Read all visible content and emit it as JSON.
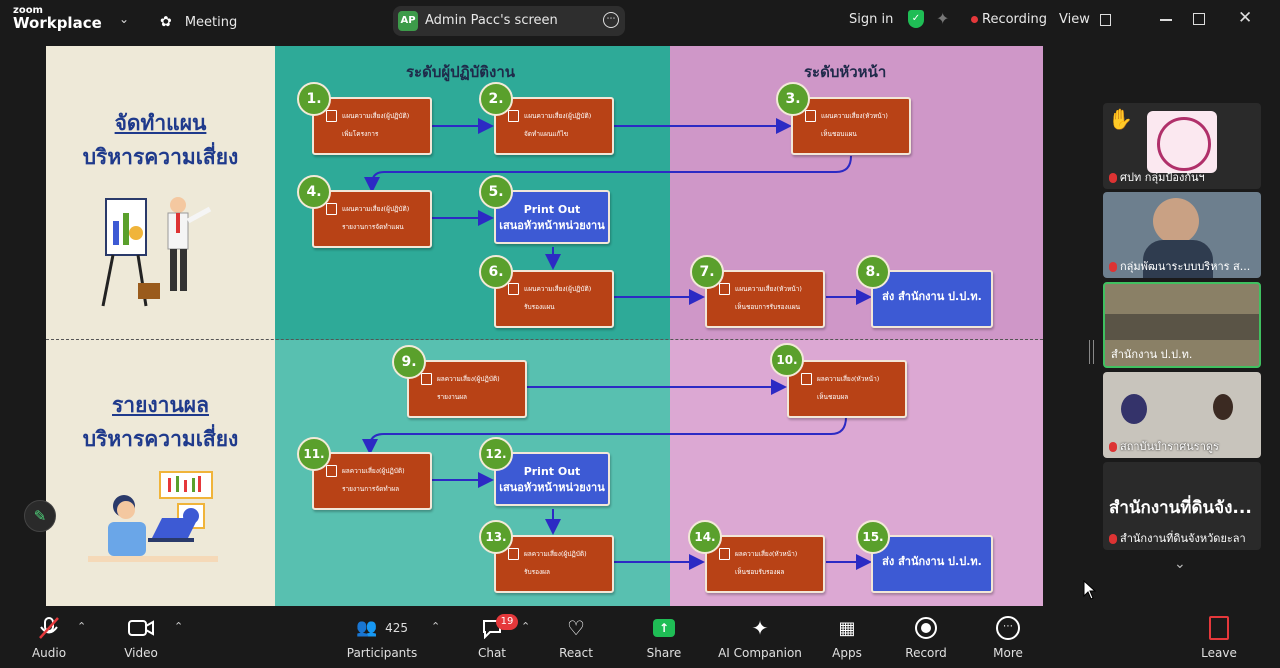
{
  "topbar": {
    "brand_top": "zoom",
    "brand_bottom": "Workplace",
    "meeting_label": "Meeting",
    "share_initials": "AP",
    "share_title": "Admin Pacc's screen",
    "sign_in": "Sign in",
    "recording": "Recording",
    "view": "View"
  },
  "slide": {
    "zone_worker": "ระดับผู้ปฏิบัติงาน",
    "zone_head": "ระดับหัวหน้า",
    "plan_title_1": "จัดทำแผน",
    "plan_title_2": "บริหารความเสี่ยง",
    "report_title_1": "รายงานผล",
    "report_title_2": "บริหารความเสี่ยง",
    "steps": [
      {
        "n": "1.",
        "l1": "แผนความเสี่ยง(ผู้ปฏิบัติ)",
        "l2": "เพิ่มโครงการ"
      },
      {
        "n": "2.",
        "l1": "แผนความเสี่ยง(ผู้ปฏิบัติ)",
        "l2": "จัดทำแผนแก้ไข"
      },
      {
        "n": "3.",
        "l1": "แผนความเสี่ยง(หัวหน้า)",
        "l2": "เห็นชอบแผน"
      },
      {
        "n": "4.",
        "l1": "แผนความเสี่ยง(ผู้ปฏิบัติ)",
        "l2": "รายงานการจัดทำแผน"
      },
      {
        "n": "5.",
        "l1": "Print Out",
        "l2": "เสนอหัวหน้าหน่วยงาน"
      },
      {
        "n": "6.",
        "l1": "แผนความเสี่ยง(ผู้ปฏิบัติ)",
        "l2": "รับรองแผน"
      },
      {
        "n": "7.",
        "l1": "แผนความเสี่ยง(หัวหน้า)",
        "l2": "เห็นชอบการรับรองแผน"
      },
      {
        "n": "8.",
        "l1": "ส่ง สำนักงาน ป.ป.ท.",
        "l2": ""
      },
      {
        "n": "9.",
        "l1": "ผลความเสี่ยง(ผู้ปฏิบัติ)",
        "l2": "รายงานผล"
      },
      {
        "n": "10.",
        "l1": "ผลความเสี่ยง(หัวหน้า)",
        "l2": "เห็นชอบผล"
      },
      {
        "n": "11.",
        "l1": "ผลความเสี่ยง(ผู้ปฏิบัติ)",
        "l2": "รายงานการจัดทำผล"
      },
      {
        "n": "12.",
        "l1": "Print Out",
        "l2": "เสนอหัวหน้าหน่วยงาน"
      },
      {
        "n": "13.",
        "l1": "ผลความเสี่ยง(ผู้ปฏิบัติ)",
        "l2": "รับรองผล"
      },
      {
        "n": "14.",
        "l1": "ผลความเสี่ยง(หัวหน้า)",
        "l2": "เห็นชอบรับรองผล"
      },
      {
        "n": "15.",
        "l1": "ส่ง สำนักงาน ป.ป.ท.",
        "l2": ""
      }
    ]
  },
  "participants_panel": {
    "tiles": [
      {
        "name": "ศปท กลุ่มป้องกันฯ"
      },
      {
        "name": "กลุ่มพัฒนาระบบบริหาร ส..."
      },
      {
        "name": "สำนักงาน ป.ป.ท."
      },
      {
        "name": "สถาบันบำราศนราดูร"
      },
      {
        "name": "สำนักงานที่ดินจังหวัดยะลา",
        "big": "สำนักงานที่ดินจัง..."
      }
    ]
  },
  "toolbar": {
    "audio": "Audio",
    "video": "Video",
    "participants": "Participants",
    "participants_count": "425",
    "chat": "Chat",
    "chat_badge": "19",
    "react": "React",
    "share": "Share",
    "ai": "AI Companion",
    "apps": "Apps",
    "record": "Record",
    "more": "More",
    "leave": "Leave"
  },
  "colors": {
    "accent_green": "#5aa02c",
    "record_red": "#e5383b",
    "share_green": "#1fbd55"
  }
}
